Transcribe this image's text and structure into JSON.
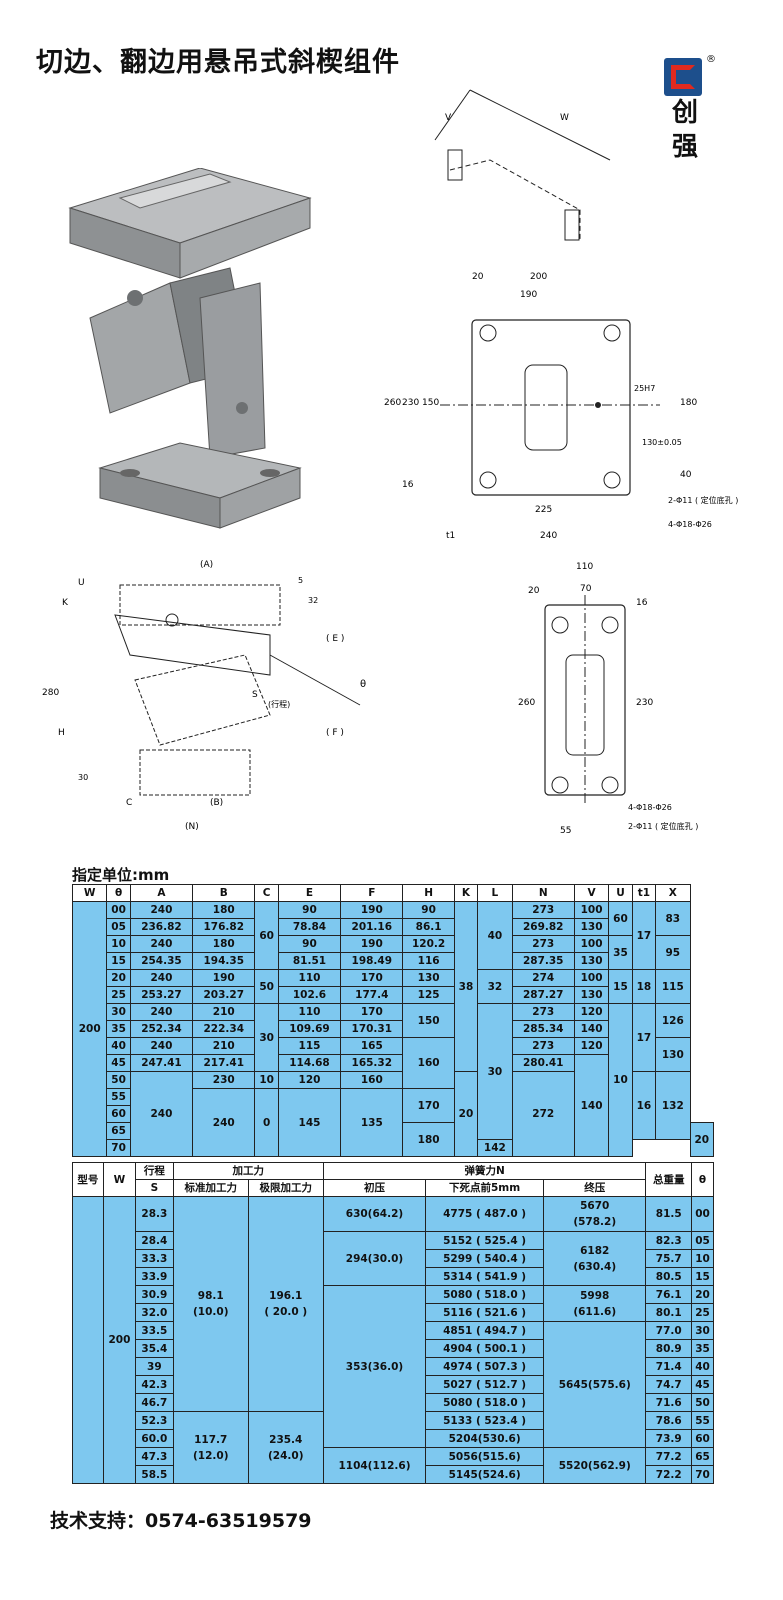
{
  "title": "切边、翻边用悬吊式斜楔组件",
  "logo": {
    "text1": "创",
    "text2": "强",
    "reg": "®"
  },
  "unit_label": "指定单位:mm",
  "phone": "技术支持：0574-63519579",
  "drawing": {
    "iso_labels": {
      "w": "W",
      "v": "V"
    },
    "top": {
      "d200": "200",
      "d20": "20",
      "d190": "190",
      "d260": "260",
      "d230": "230",
      "d150": "150",
      "d16": "16",
      "d25h7": "25H7",
      "d180": "180",
      "d130": "130±0.05",
      "d40": "40",
      "d225": "225",
      "d240": "240",
      "t1": "t1",
      "hole1": "2-Φ11 ( 定位底孔 )",
      "hole2": "4-Φ18-Φ26"
    },
    "side": {
      "a": "(A)",
      "u": "U",
      "k": "K",
      "d5": "5",
      "d32": "32",
      "e": "( E )",
      "theta": "θ",
      "s": "S",
      "stroke": "(行程)",
      "f": "( F )",
      "d280": "280",
      "h": "H",
      "d30": "30",
      "c": "C",
      "b": "(B)",
      "n": "(N)"
    },
    "bottom": {
      "d110": "110",
      "d20": "20",
      "d70": "70",
      "d16": "16",
      "d260": "260",
      "d230": "230",
      "d55": "55",
      "hole2": "4-Φ18-Φ26",
      "hole1": "2-Φ11 ( 定位底孔 )"
    }
  },
  "table1": {
    "headers": [
      "W",
      "θ",
      "A",
      "B",
      "C",
      "E",
      "F",
      "H",
      "K",
      "L",
      "N",
      "V",
      "U",
      "t1",
      "X"
    ],
    "w": "200",
    "theta": [
      "00",
      "05",
      "10",
      "15",
      "20",
      "25",
      "30",
      "35",
      "40",
      "45",
      "50",
      "55",
      "60",
      "65",
      "70"
    ],
    "A": [
      "240",
      "236.82",
      "240",
      "254.35",
      "240",
      "253.27",
      "240",
      "252.34",
      "240",
      "247.41"
    ],
    "A_merged": "240",
    "B": [
      "180",
      "176.82",
      "180",
      "194.35",
      "190",
      "203.27",
      "210",
      "222.34",
      "210",
      "217.41",
      "230"
    ],
    "B_merged": "240",
    "C": [
      "60",
      "50",
      "30",
      "10",
      "0"
    ],
    "E": [
      "90",
      "78.84",
      "90",
      "81.51",
      "110",
      "102.6",
      "110",
      "109.69",
      "115",
      "114.68",
      "120"
    ],
    "E_merged": "145",
    "F": [
      "190",
      "201.16",
      "190",
      "198.49",
      "170",
      "177.4",
      "170",
      "170.31",
      "165",
      "165.32",
      "160"
    ],
    "F_merged": "135",
    "H": [
      "90",
      "86.1",
      "120.2",
      "116",
      "130",
      "125",
      "150",
      "160",
      "170",
      "180"
    ],
    "K": [
      "38",
      "20"
    ],
    "L": [
      "40",
      "32",
      "30",
      "20"
    ],
    "N": [
      "273",
      "269.82",
      "273",
      "287.35",
      "274",
      "287.27",
      "273",
      "285.34",
      "273",
      "280.41",
      "272"
    ],
    "V": [
      "100",
      "130",
      "100",
      "130",
      "100",
      "130",
      "120",
      "140",
      "120",
      "140"
    ],
    "U": [
      "60",
      "35",
      "15",
      "10"
    ],
    "t1": [
      "17",
      "18",
      "17",
      "16"
    ],
    "X": [
      "83",
      "95",
      "115",
      "126",
      "130",
      "132",
      "142"
    ]
  },
  "table2": {
    "h_model": "型号",
    "h_w": "W",
    "h_stroke": "行程",
    "h_s": "S",
    "h_force": "加工力",
    "h_std": "标准加工力",
    "h_max": "极限加工力",
    "h_spring": "弹簧力N",
    "h_init": "初压",
    "h_bdc": "下死点前5mm",
    "h_final": "终压",
    "h_weight": "总重量",
    "h_theta": "θ",
    "w": "200",
    "s": [
      "28.3",
      "28.4",
      "33.3",
      "33.9",
      "30.9",
      "32.0",
      "33.5",
      "35.4",
      "39",
      "42.3",
      "46.7",
      "52.3",
      "60.0",
      "47.3",
      "58.5"
    ],
    "std": [
      "98.1\n(10.0)",
      "117.7\n(12.0)"
    ],
    "max": [
      "196.1\n( 20.0 )",
      "235.4\n(24.0)"
    ],
    "init": [
      "630(64.2)",
      "294(30.0)",
      "353(36.0)",
      "1104(112.6)"
    ],
    "bdc": [
      "4775 ( 487.0 )",
      "5152 ( 525.4 )",
      "5299 ( 540.4 )",
      "5314 ( 541.9 )",
      "5080 ( 518.0 )",
      "5116 ( 521.6 )",
      "4851 ( 494.7 )",
      "4904 ( 500.1 )",
      "4974 ( 507.3 )",
      "5027 ( 512.7 )",
      "5080 ( 518.0 )",
      "5133 ( 523.4 )",
      "5204(530.6)",
      "5056(515.6)",
      "5145(524.6)"
    ],
    "final": [
      "5670\n(578.2)",
      "6182\n(630.4)",
      "5998\n(611.6)",
      "5645(575.6)",
      "5520(562.9)"
    ],
    "weight": [
      "81.5",
      "82.3",
      "75.7",
      "80.5",
      "76.1",
      "80.1",
      "77.0",
      "80.9",
      "71.4",
      "74.7",
      "71.6",
      "78.6",
      "73.9",
      "77.2",
      "72.2"
    ],
    "theta": [
      "00",
      "05",
      "10",
      "15",
      "20",
      "25",
      "30",
      "35",
      "40",
      "45",
      "50",
      "55",
      "60",
      "65",
      "70"
    ]
  }
}
